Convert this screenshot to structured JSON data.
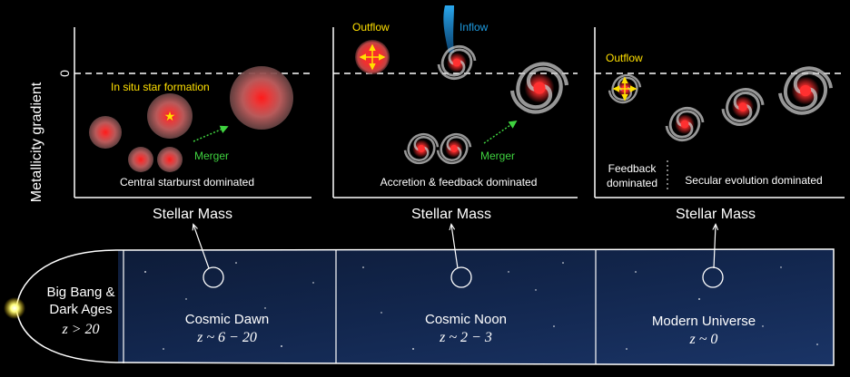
{
  "panels": [
    {
      "ylabel": "Metallicity gradient",
      "zero_label": "0",
      "xlabel": "Stellar Mass",
      "annotations": {
        "insitu": "In situ star formation",
        "merger": "Merger",
        "bottom": "Central starburst dominated"
      }
    },
    {
      "xlabel": "Stellar Mass",
      "annotations": {
        "outflow": "Outflow",
        "inflow": "Inflow",
        "merger": "Merger",
        "bottom": "Accretion & feedback dominated"
      }
    },
    {
      "xlabel": "Stellar Mass",
      "annotations": {
        "outflow": "Outflow",
        "feedback_line1": "Feedback",
        "feedback_line2": "dominated",
        "secular": "Secular evolution dominated"
      }
    }
  ],
  "timeline": {
    "eras": [
      {
        "line1": "Big Bang &",
        "line2": "Dark Ages",
        "line3": "z > 20"
      },
      {
        "name": "Cosmic Dawn",
        "z": "z ~ 6 − 20"
      },
      {
        "name": "Cosmic Noon",
        "z": "z ~ 2 − 3"
      },
      {
        "name": "Modern Universe",
        "z": "z ~ 0"
      }
    ]
  },
  "colors": {
    "outflow_text": "#ffe000",
    "inflow_text": "#1e9be0",
    "merger_text": "#3fd23f",
    "insitu_text": "#ffe000",
    "galaxy_core": "#ff2020",
    "timeline_fill": "#0e2348",
    "zero_line": "#ffffff"
  }
}
